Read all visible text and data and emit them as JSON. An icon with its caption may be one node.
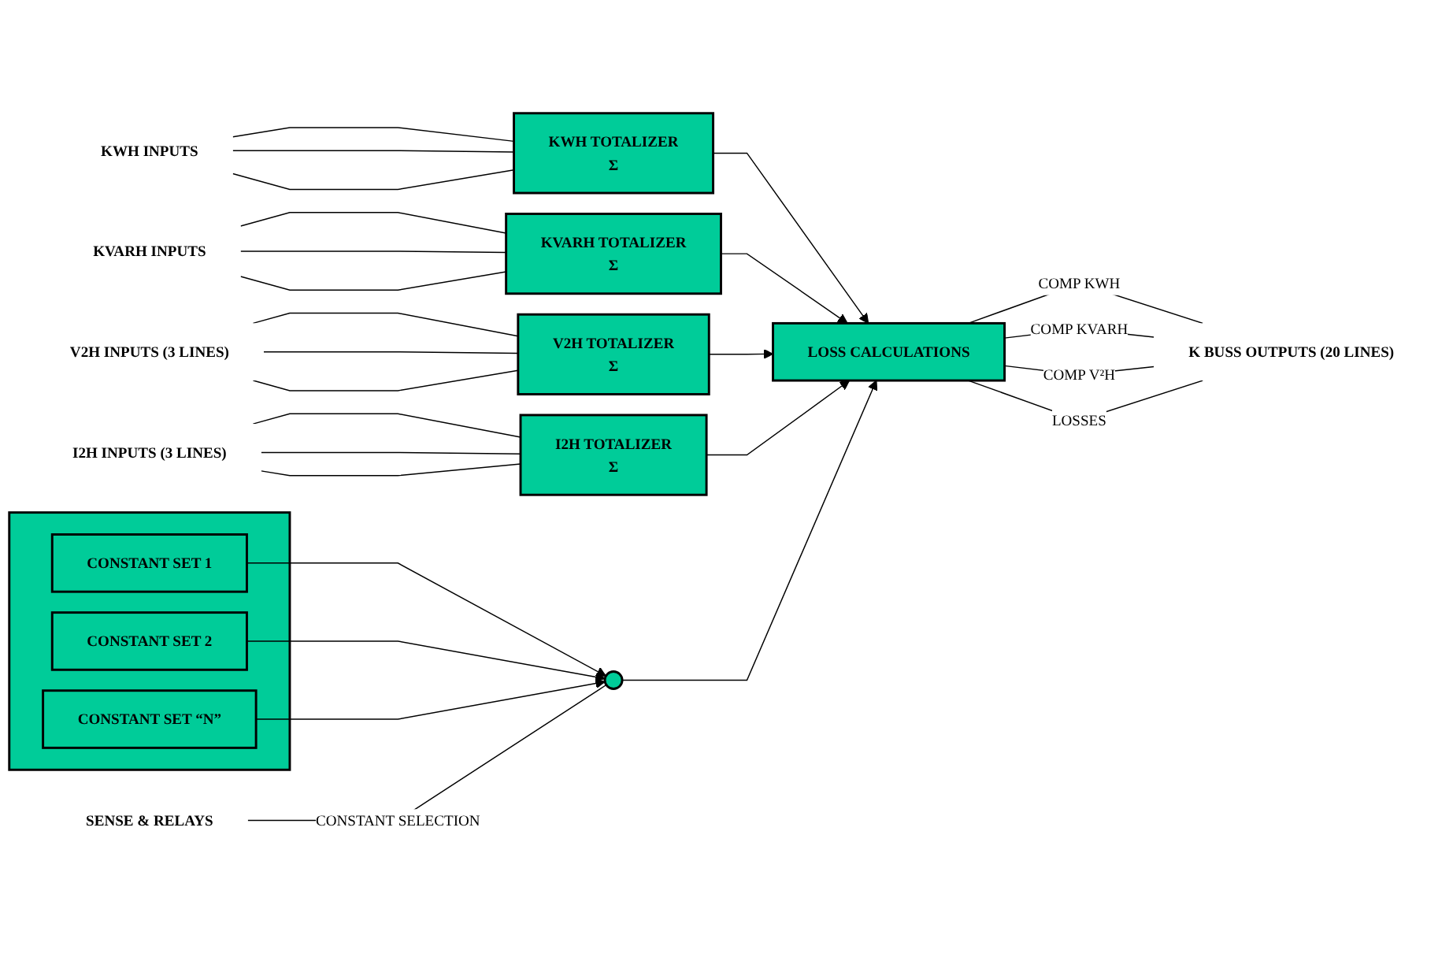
{
  "diagram": {
    "nodes": [
      {
        "text": [
          "KWH INPUTS"
        ]
      },
      {
        "text": [
          "KWH TOTALIZER",
          "Σ"
        ]
      },
      {
        "text": [
          "KVARH INPUTS"
        ]
      },
      {
        "text": [
          "KVARH TOTALIZER",
          "Σ"
        ]
      },
      {
        "text": [
          "V2H INPUTS (3 LINES)"
        ]
      },
      {
        "text": [
          "V2H TOTALIZER",
          "Σ"
        ]
      },
      {
        "text": [
          "I2H INPUTS (3 LINES)"
        ]
      },
      {
        "text": [
          "I2H TOTALIZER",
          "Σ"
        ]
      },
      {
        "text": [
          "LOSS CALCULATIONS"
        ]
      },
      {
        "text": [
          "K BUSS OUTPUTS (20 LINES)"
        ]
      },
      {
        "text": [],
        "shape": "box"
      },
      {
        "text": [
          "CONSTANT SET 1"
        ],
        "in": 10
      },
      {
        "text": [
          "CONSTANT SET 2"
        ],
        "in": 10
      },
      {
        "text": [
          "CONSTANT SET “N”"
        ],
        "in": 10
      },
      {
        "text": [],
        "shape": "circle"
      },
      {
        "text": [
          "SENSE & RELAYS"
        ]
      }
    ],
    "edges": [
      {
        "from": 0,
        "to": 1,
        "arrow": "none"
      },
      {
        "from": 0,
        "to": 1,
        "arrow": "none"
      },
      {
        "from": 0,
        "to": 1,
        "arrow": "none"
      },
      {
        "from": 2,
        "to": 3,
        "arrow": "none"
      },
      {
        "from": 2,
        "to": 3,
        "arrow": "none"
      },
      {
        "from": 2,
        "to": 3,
        "arrow": "none"
      },
      {
        "from": 4,
        "to": 5,
        "arrow": "none"
      },
      {
        "from": 4,
        "to": 5,
        "arrow": "none"
      },
      {
        "from": 4,
        "to": 5,
        "arrow": "none"
      },
      {
        "from": 6,
        "to": 7,
        "arrow": "none"
      },
      {
        "from": 6,
        "to": 7,
        "arrow": "none"
      },
      {
        "from": 6,
        "to": 7,
        "arrow": "none"
      },
      {
        "from": 1,
        "to": 8,
        "arrow": "to"
      },
      {
        "from": 3,
        "to": 8,
        "arrow": "to"
      },
      {
        "from": 5,
        "to": 8,
        "arrow": "to"
      },
      {
        "from": 7,
        "to": 8,
        "arrow": "to"
      },
      {
        "from": 8,
        "to": 9,
        "label": "COMP KWH",
        "arrow": "none"
      },
      {
        "from": 8,
        "to": 9,
        "label": "COMP KVARH",
        "arrow": "none"
      },
      {
        "from": 8,
        "to": 9,
        "label": "COMP V²H",
        "arrow": "none"
      },
      {
        "from": 8,
        "to": 9,
        "label": "LOSSES",
        "arrow": "none"
      },
      {
        "from": 11,
        "to": 14,
        "arrow": "to"
      },
      {
        "from": 12,
        "to": 14,
        "arrow": "to"
      },
      {
        "from": 13,
        "to": 14,
        "arrow": "to"
      },
      {
        "from": 14,
        "to": 8,
        "arrow": "to"
      },
      {
        "from": 15,
        "to": 14,
        "label": "CONSTANT SELECTION",
        "arrow": "none"
      }
    ]
  }
}
